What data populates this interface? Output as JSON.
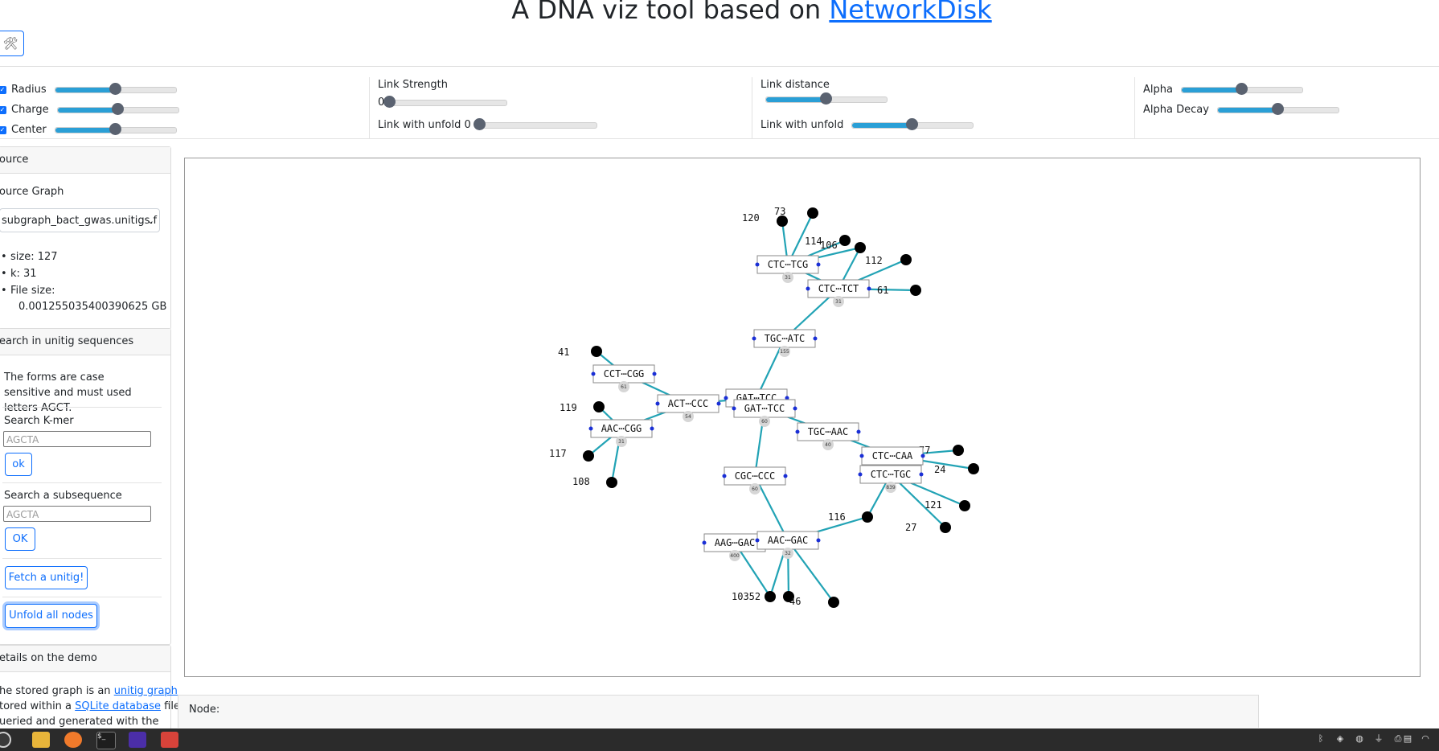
{
  "header": {
    "title_prefix": "A DNA viz tool based on",
    "title_link": "NetworkDisk",
    "tools_icon": "wrench-hammer-icon"
  },
  "controls": {
    "radius_label": "Radius",
    "charge_label": "Charge",
    "center_label": "Center",
    "radius_value": 0.5,
    "charge_value": 0.5,
    "center_value": 0.5,
    "link_strength_label": "Link Strength",
    "link_strength_value_text": "0",
    "link_strength_value": 0.0,
    "link_unfold_label": "Link with unfold 0",
    "link_unfold_value": 0.0,
    "link_distance_label": "Link distance",
    "link_distance_value": 0.5,
    "link_distance_unfold_label": "Link with unfold",
    "link_distance_unfold_value": 0.5,
    "alpha_label": "Alpha",
    "alpha_value": 0.5,
    "alpha_decay_label": "Alpha Decay",
    "alpha_decay_value": 0.5
  },
  "sidebar": {
    "source_head": "ource",
    "source_graph_label": "ource Graph",
    "source_graph_selected": "subgraph_bact_gwas.unitigs.f",
    "info": [
      "size: 127",
      "k: 31",
      "File size:"
    ],
    "file_size_value": "0.001255035400390625 GB",
    "search_head": "earch in unitig sequences",
    "search_note": "The forms are case sensitive and must used letters AGCT.",
    "kmer_label": "Search K-mer",
    "kmer_placeholder": "AGCTA",
    "kmer_btn": "ok",
    "subseq_label": "Search a subsequence",
    "subseq_placeholder": "AGCTA",
    "subseq_btn": "OK",
    "fetch_btn": "Fetch a unitig!",
    "unfold_btn": "Unfold all nodes",
    "details_head": "etails on the demo",
    "details_l1_pre": "he stored graph is an",
    "details_l1_link": "unitig graph",
    "details_l2_pre": "tored within a",
    "details_l2_link": "SQLite database",
    "details_l2_post": "file",
    "details_l3": "ueried and generated with the"
  },
  "graph": {
    "unitigs": [
      {
        "label": "CTC⋯TCG",
        "badge": "31"
      },
      {
        "label": "CTC⋯TCT",
        "badge": "31"
      },
      {
        "label": "TGC⋯ATC",
        "badge": "155"
      },
      {
        "label": "CCT⋯CGG",
        "badge": "61"
      },
      {
        "label": "ACT⋯CCC",
        "badge": "54"
      },
      {
        "label": "GAT⋯TCC",
        "badge": ""
      },
      {
        "label": "GAT⋯TCC",
        "badge": "60"
      },
      {
        "label": "AAC⋯CGG",
        "badge": "31"
      },
      {
        "label": "TGC⋯AAC",
        "badge": "40"
      },
      {
        "label": "CTC⋯CAA",
        "badge": ""
      },
      {
        "label": "CTC⋯TGC",
        "badge": "839"
      },
      {
        "label": "CGC⋯CCC",
        "badge": "60"
      },
      {
        "label": "AAG⋯GAC",
        "badge": "400"
      },
      {
        "label": "AAC⋯GAC",
        "badge": "32"
      }
    ],
    "leaf_labels": [
      "120",
      "73",
      "114",
      "106",
      "112",
      "61",
      "41",
      "119",
      "117",
      "108",
      "77",
      "24",
      "121",
      "27",
      "116",
      "10352",
      "46"
    ]
  },
  "node_panel": {
    "label": "Node:"
  },
  "taskbar_icons": [
    "ubuntu-icon",
    "files-icon",
    "firefox-icon",
    "terminal-icon",
    "media-icon",
    "gimp-icon"
  ],
  "tray_icons": [
    "bluetooth-icon",
    "security-icon",
    "intel-icon",
    "usb-icon",
    "printer-icon",
    "clipboard-icon",
    "wifi-icon"
  ]
}
